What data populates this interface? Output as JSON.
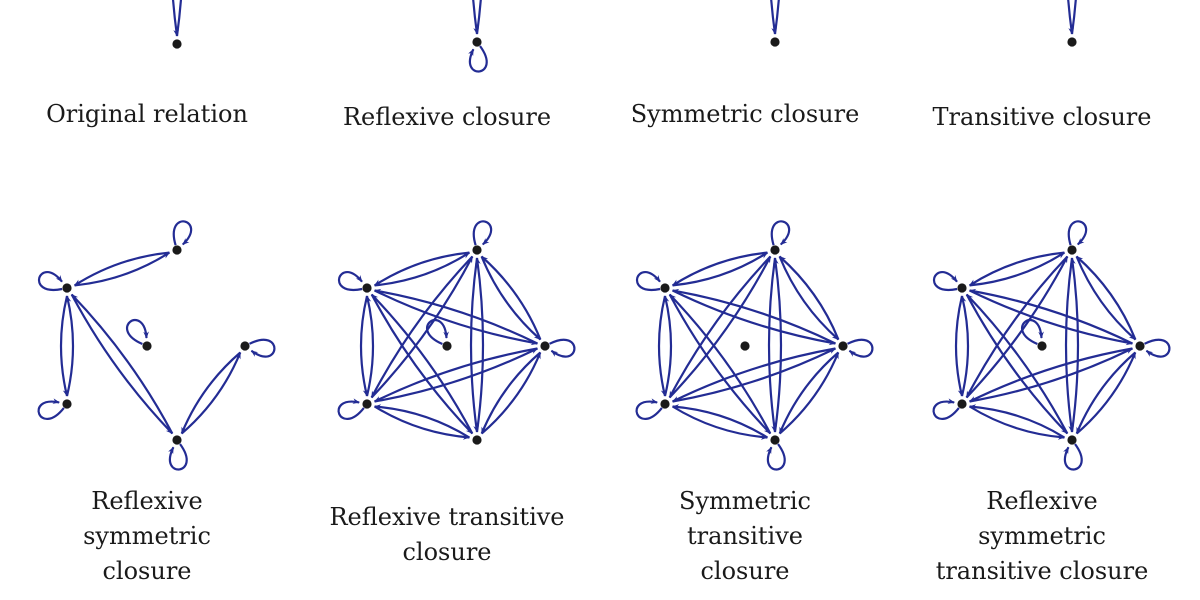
{
  "colors": {
    "edge": "#232c94",
    "node": "#1a1a1a",
    "text": "#1a1a1a"
  },
  "panels": [
    {
      "id": "original",
      "caption_lines": [
        "Original relation"
      ],
      "nodes": [
        1,
        2,
        4
      ],
      "loops": [],
      "edges": [
        [
          2,
          1
        ],
        [
          1,
          4
        ],
        [
          4,
          1
        ]
      ]
    },
    {
      "id": "reflexive",
      "caption_lines": [
        "Reflexive closure"
      ],
      "nodes": [
        1,
        2,
        4
      ],
      "loops": [
        1,
        2,
        4
      ],
      "edges": [
        [
          2,
          1
        ],
        [
          1,
          2
        ],
        [
          1,
          4
        ],
        [
          4,
          1
        ]
      ]
    },
    {
      "id": "symmetric",
      "caption_lines": [
        "Symmetric closure"
      ],
      "nodes": [
        1,
        2,
        4
      ],
      "loops": [],
      "edges": [
        [
          2,
          1
        ],
        [
          1,
          2
        ],
        [
          1,
          4
        ],
        [
          4,
          1
        ]
      ]
    },
    {
      "id": "transitive",
      "caption_lines": [
        "Transitive closure"
      ],
      "nodes": [
        1,
        2,
        4
      ],
      "loops": [
        1,
        2
      ],
      "edges": [
        [
          2,
          1
        ],
        [
          1,
          2
        ],
        [
          1,
          4
        ],
        [
          4,
          1
        ]
      ]
    },
    {
      "id": "reflexive-symmetric",
      "caption_lines": [
        "Reflexive",
        "symmetric",
        "closure"
      ],
      "nodes": [
        0,
        1,
        2,
        3,
        4,
        5
      ],
      "loops": [
        0,
        1,
        2,
        3,
        4,
        5
      ],
      "edges": [
        [
          0,
          1
        ],
        [
          1,
          0
        ],
        [
          0,
          4
        ],
        [
          4,
          0
        ],
        [
          0,
          3
        ],
        [
          3,
          0
        ],
        [
          2,
          4
        ],
        [
          4,
          2
        ]
      ]
    },
    {
      "id": "reflexive-transitive",
      "caption_lines": [
        "Reflexive transitive",
        "closure"
      ],
      "nodes": [
        0,
        1,
        2,
        3,
        4,
        5
      ],
      "loops": [
        0,
        1,
        2,
        3,
        5
      ],
      "edges": [
        [
          0,
          1
        ],
        [
          1,
          0
        ],
        [
          0,
          2
        ],
        [
          2,
          0
        ],
        [
          0,
          3
        ],
        [
          3,
          0
        ],
        [
          0,
          4
        ],
        [
          4,
          0
        ],
        [
          1,
          2
        ],
        [
          2,
          1
        ],
        [
          1,
          3
        ],
        [
          3,
          1
        ],
        [
          1,
          4
        ],
        [
          4,
          1
        ],
        [
          2,
          3
        ],
        [
          3,
          2
        ],
        [
          2,
          4
        ],
        [
          4,
          2
        ],
        [
          3,
          4
        ],
        [
          4,
          3
        ]
      ]
    },
    {
      "id": "symmetric-transitive",
      "caption_lines": [
        "Symmetric",
        "transitive",
        "closure"
      ],
      "nodes": [
        0,
        1,
        2,
        3,
        4,
        5
      ],
      "loops": [
        0,
        1,
        2,
        3,
        4
      ],
      "edges": [
        [
          0,
          1
        ],
        [
          1,
          0
        ],
        [
          0,
          2
        ],
        [
          2,
          0
        ],
        [
          0,
          3
        ],
        [
          3,
          0
        ],
        [
          0,
          4
        ],
        [
          4,
          0
        ],
        [
          1,
          2
        ],
        [
          2,
          1
        ],
        [
          1,
          3
        ],
        [
          3,
          1
        ],
        [
          1,
          4
        ],
        [
          4,
          1
        ],
        [
          2,
          3
        ],
        [
          3,
          2
        ],
        [
          2,
          4
        ],
        [
          4,
          2
        ],
        [
          3,
          4
        ],
        [
          4,
          3
        ]
      ]
    },
    {
      "id": "reflexive-symmetric-transitive",
      "caption_lines": [
        "Reflexive",
        "symmetric",
        "transitive closure"
      ],
      "nodes": [
        0,
        1,
        2,
        3,
        4,
        5
      ],
      "loops": [
        0,
        1,
        2,
        3,
        4,
        5
      ],
      "edges": [
        [
          0,
          1
        ],
        [
          1,
          0
        ],
        [
          0,
          2
        ],
        [
          2,
          0
        ],
        [
          0,
          3
        ],
        [
          3,
          0
        ],
        [
          0,
          4
        ],
        [
          4,
          0
        ],
        [
          1,
          2
        ],
        [
          2,
          1
        ],
        [
          1,
          3
        ],
        [
          3,
          1
        ],
        [
          1,
          4
        ],
        [
          4,
          1
        ],
        [
          2,
          3
        ],
        [
          3,
          2
        ],
        [
          2,
          4
        ],
        [
          4,
          2
        ],
        [
          3,
          4
        ],
        [
          4,
          3
        ]
      ]
    }
  ]
}
